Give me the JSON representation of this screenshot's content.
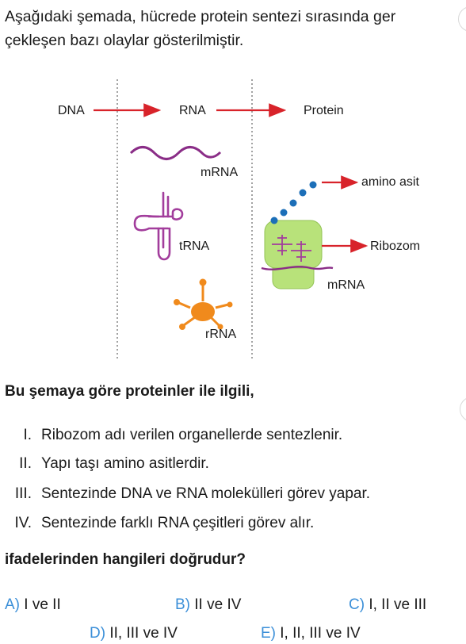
{
  "intro": {
    "line1": "Aşağıdaki şemada, hücrede protein sentezi sırasında ger",
    "line2": "çekleşen bazı olaylar gösterilmiştir."
  },
  "diagram": {
    "dna": "DNA",
    "rna": "RNA",
    "protein": "Protein",
    "mrna_label": "mRNA",
    "trna_label": "tRNA",
    "rrna_label": "rRNA",
    "amino_label": "amino asit",
    "ribozom_label": "Ribozom",
    "ribo_mrna_label": "mRNA"
  },
  "stem": "Bu şemaya göre proteinler ile ilgili,",
  "statements": [
    {
      "num": "I.",
      "text": "Ribozom adı verilen organellerde sentezlenir."
    },
    {
      "num": "II.",
      "text": "Yapı taşı amino asitlerdir."
    },
    {
      "num": "III.",
      "text": "Sentezinde DNA ve RNA molekülleri görev yapar."
    },
    {
      "num": "IV.",
      "text": "Sentezinde farklı RNA çeşitleri görev alır."
    }
  ],
  "question": "ifadelerinden hangileri doğrudur?",
  "options": [
    {
      "letter": "A)",
      "text": " I ve II"
    },
    {
      "letter": "B)",
      "text": " II ve IV"
    },
    {
      "letter": "C)",
      "text": " I, II ve III"
    },
    {
      "letter": "D)",
      "text": " II, III ve IV"
    },
    {
      "letter": "E)",
      "text": " I, II, III ve IV"
    }
  ],
  "colors": {
    "arrow": "#d8232a",
    "mrna": "#8a2d87",
    "trna": "#a23d9c",
    "rrna": "#f08a1c",
    "ribosome": "#b8e27a",
    "amino": "#1c6fb8",
    "option_letter": "#3b8fd8"
  }
}
